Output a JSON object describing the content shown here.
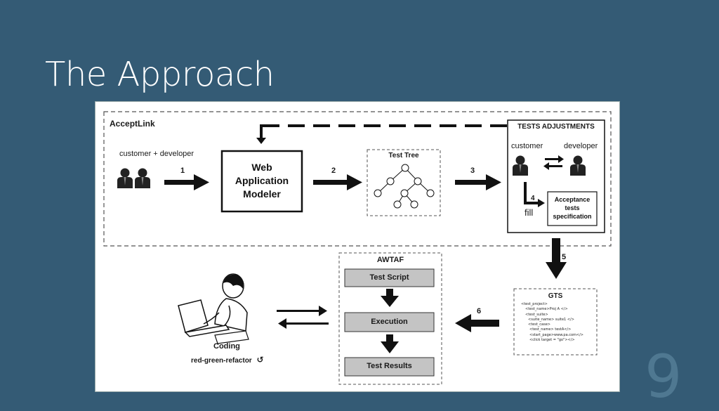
{
  "slide": {
    "title": "The Approach",
    "page_number": "9"
  },
  "diagram": {
    "acceptlink_label": "AcceptLink",
    "customer_developer": "customer + developer",
    "step1": "1",
    "step2": "2",
    "step3": "3",
    "step4": "4",
    "step5": "5",
    "step6": "6",
    "modeler_lines": [
      "Web",
      "Application",
      "Modeler"
    ],
    "test_tree": "Test Tree",
    "tests_adjustments": "TESTS ADJUSTMENTS",
    "customer": "customer",
    "developer": "developer",
    "fill": "fill",
    "acceptance_lines": [
      "Acceptance",
      "tests",
      "specification"
    ],
    "awtaf": "AWTAF",
    "test_script": "Test Script",
    "execution": "Execution",
    "test_results": "Test Results",
    "gts_title": "GTS",
    "gts_lines": [
      "<test_project>",
      "<test_name>Proj A </>",
      "<test_suite>",
      "<suite_name> suite1 </>",
      "<test_case>",
      "<test_name> testA</>",
      "<start_page>www.pa.com</>",
      "<click target = \"go\"></>"
    ],
    "coding": "Coding",
    "red_green_refactor": "red-green-refactor",
    "refresh_glyph": "↺"
  },
  "icons": {
    "person": "person-icon",
    "coder": "coder-at-laptop-icon",
    "refresh": "refresh-icon"
  }
}
